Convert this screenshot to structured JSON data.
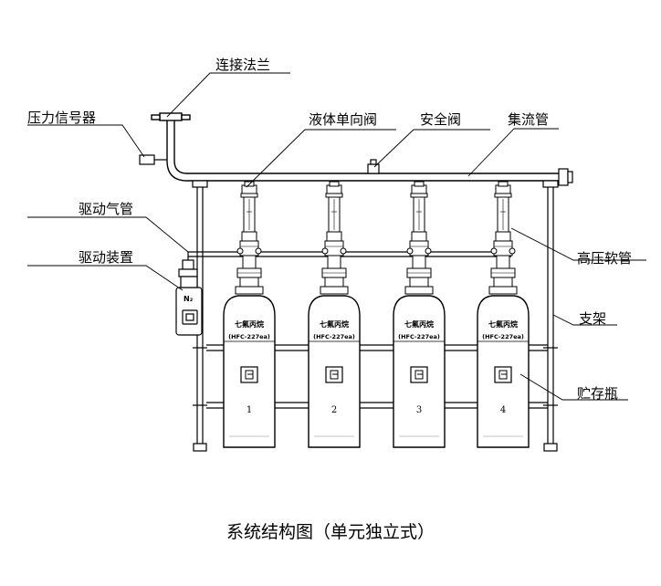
{
  "labels": {
    "flange": "连接法兰",
    "pressure_signal": "压力信号器",
    "liquid_check_valve": "液体单向阀",
    "safety_valve": "安全阀",
    "manifold": "集流管",
    "drive_gas_pipe": "驱动气管",
    "drive_device": "驱动装置",
    "high_pressure_hose": "高压软管",
    "bracket": "支架",
    "storage_bottle": "贮存瓶"
  },
  "bottles": [
    {
      "title": "七氟丙烷",
      "subtitle": "(HFC-227ea)",
      "number": "1"
    },
    {
      "title": "七氟丙烷",
      "subtitle": "(HFC-227ea)",
      "number": "2"
    },
    {
      "title": "七氟丙烷",
      "subtitle": "(HFC-227ea)",
      "number": "3"
    },
    {
      "title": "七氟丙烷",
      "subtitle": "(HFC-227ea)",
      "number": "4"
    }
  ],
  "drive_bottle_label": "N₂",
  "caption": "系统结构图（单元独立式）"
}
